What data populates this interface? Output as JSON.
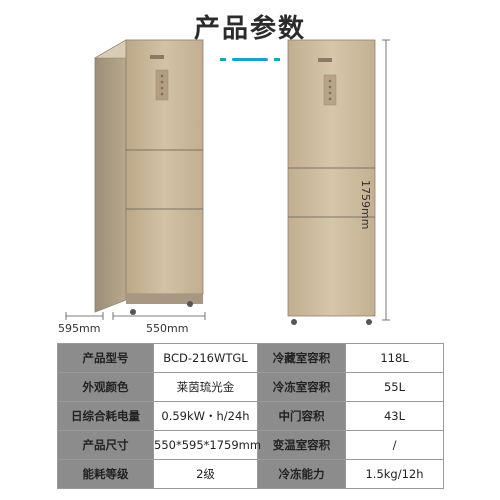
{
  "title": "产品参数",
  "dimensions": {
    "depth_label": "595mm",
    "width_label": "550mm",
    "height_label": "1759mm"
  },
  "colors": {
    "accent": "#1aa3c4",
    "label_bg": "#8c8c8c",
    "fridge_body": "#c9b596"
  },
  "specs": [
    {
      "l1": "产品型号",
      "v1": "BCD-216WTGL",
      "l2": "冷藏室容积",
      "v2": "118L"
    },
    {
      "l1": "外观颜色",
      "v1": "莱茵琉光金",
      "l2": "冷冻室容积",
      "v2": "55L"
    },
    {
      "l1": "日综合耗电量",
      "v1": "0.59kW・h/24h",
      "l2": "中门容积",
      "v2": "43L"
    },
    {
      "l1": "产品尺寸",
      "v1": "550*595*1759mm",
      "l2": "变温室容积",
      "v2": "/"
    },
    {
      "l1": "能耗等级",
      "v1": "2级",
      "l2": "冷冻能力",
      "v2": "1.5kg/12h"
    }
  ]
}
